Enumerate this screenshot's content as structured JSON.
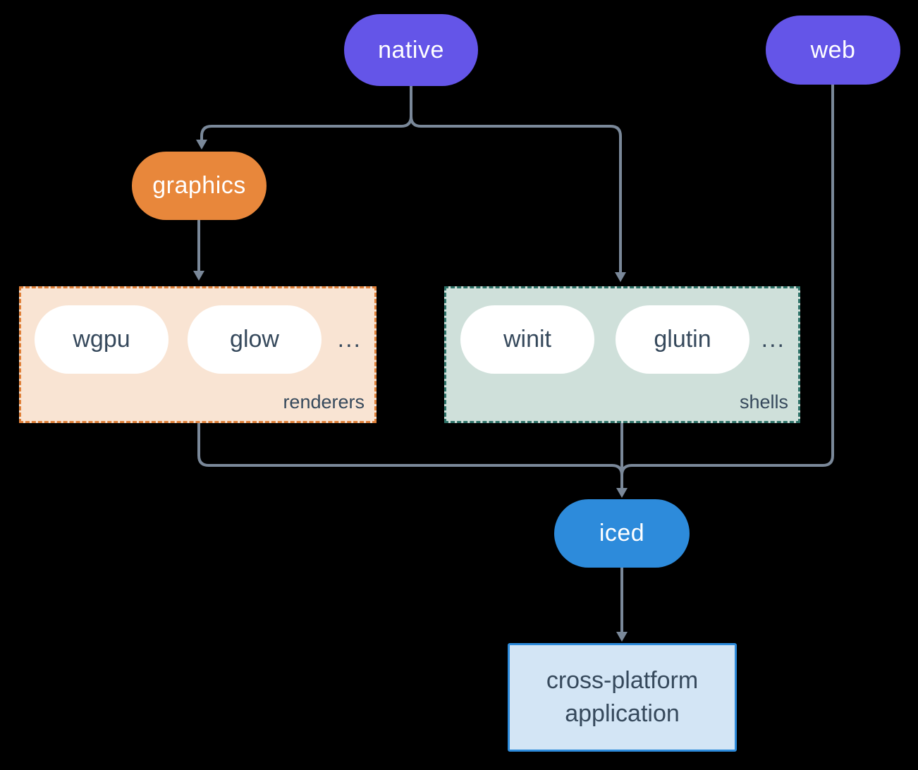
{
  "diagram": {
    "background_color": "#000000",
    "connector_color": "#7A8899",
    "nodes": {
      "native": {
        "label": "native",
        "fill": "#6455E8",
        "text_color": "#FFFFFF"
      },
      "web": {
        "label": "web",
        "fill": "#6455E8",
        "text_color": "#FFFFFF"
      },
      "graphics": {
        "label": "graphics",
        "fill": "#E8873B",
        "text_color": "#FFFFFF"
      },
      "iced": {
        "label": "iced",
        "fill": "#2D8BDB",
        "text_color": "#FFFFFF"
      },
      "application": {
        "line1": "cross-platform",
        "line2": "application",
        "fill": "#D3E5F5",
        "border_color": "#2D8BDB",
        "text_color": "#36495C"
      }
    },
    "groups": {
      "renderers": {
        "label": "renderers",
        "fill": "#F9E4D3",
        "border_color": "#E0813A",
        "items": [
          {
            "label": "wgpu"
          },
          {
            "label": "glow"
          }
        ],
        "ellipsis": "..."
      },
      "shells": {
        "label": "shells",
        "fill": "#CFE0DA",
        "border_color": "#2E7268",
        "items": [
          {
            "label": "winit"
          },
          {
            "label": "glutin"
          }
        ],
        "ellipsis": "..."
      }
    }
  }
}
